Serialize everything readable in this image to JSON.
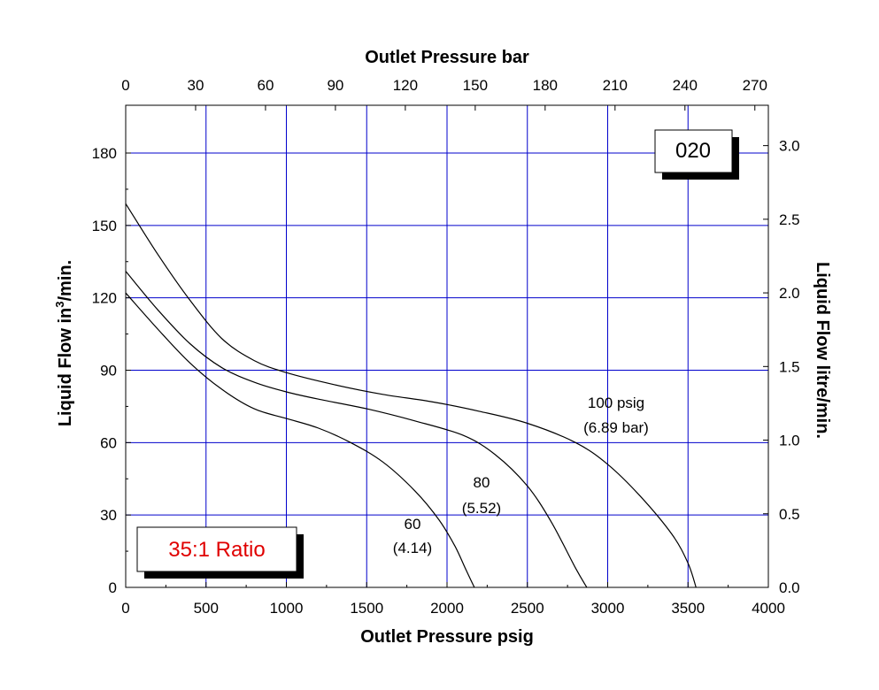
{
  "chart_data": {
    "type": "line",
    "title": "",
    "xlabel": "Outlet Pressure psig",
    "xlabel_top": "Outlet Pressure bar",
    "ylabel_left_pre": "Liquid Flow in",
    "ylabel_left_sup": "3",
    "ylabel_left_post": "/min.",
    "ylabel_right": "Liquid Flow litre/min.",
    "xlim": [
      0,
      4000
    ],
    "ylim": [
      0,
      200
    ],
    "x_ticks": [
      "0",
      "500",
      "1000",
      "1500",
      "2000",
      "2500",
      "3000",
      "3500",
      "4000"
    ],
    "x_top_ticks": [
      "0",
      "30",
      "60",
      "90",
      "120",
      "150",
      "180",
      "210",
      "240",
      "270"
    ],
    "y_ticks": [
      "0",
      "30",
      "60",
      "90",
      "120",
      "150",
      "180"
    ],
    "y_right_ticks": [
      "0.0",
      "0.5",
      "1.0",
      "1.5",
      "2.0",
      "2.5",
      "3.0"
    ],
    "grid": true,
    "grid_color": "#0000cc",
    "series": [
      {
        "name": "60",
        "label_lines": [
          "60",
          "(4.14)"
        ],
        "x": [
          0,
          200,
          400,
          600,
          800,
          1000,
          1200,
          1400,
          1600,
          1800,
          1950,
          2050,
          2120,
          2170
        ],
        "values": [
          122,
          107,
          93,
          82,
          74,
          70,
          66,
          60,
          52,
          40,
          28,
          17,
          7,
          0
        ]
      },
      {
        "name": "80",
        "label_lines": [
          "80",
          "(5.52)"
        ],
        "x": [
          0,
          200,
          400,
          600,
          800,
          1000,
          1200,
          1500,
          1800,
          2100,
          2300,
          2500,
          2650,
          2800,
          2870
        ],
        "values": [
          131,
          115,
          101,
          91,
          85,
          81,
          78,
          74,
          69,
          63,
          55,
          42,
          27,
          8,
          0
        ]
      },
      {
        "name": "100 psig",
        "label_lines": [
          "100 psig",
          "(6.89 bar)"
        ],
        "x": [
          0,
          200,
          400,
          600,
          800,
          1000,
          1300,
          1600,
          1900,
          2200,
          2500,
          2800,
          3000,
          3200,
          3400,
          3500,
          3550
        ],
        "values": [
          159,
          138,
          119,
          103,
          94,
          89,
          84,
          80,
          77,
          73,
          68,
          60,
          51,
          38,
          22,
          10,
          0
        ]
      }
    ],
    "annotations": {
      "model": "020",
      "ratio": "35:1 Ratio"
    }
  },
  "colors": {
    "curve": "#000000",
    "grid": "#0000cc",
    "ratio_text": "#e00000"
  }
}
